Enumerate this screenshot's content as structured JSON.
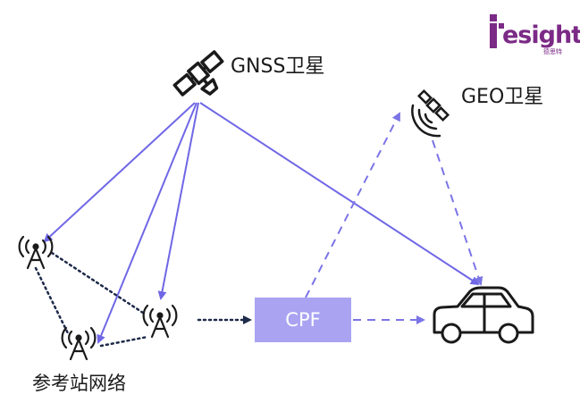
{
  "labels": {
    "gnss": "GNSS卫星",
    "geo": "GEO卫星",
    "reference_network": "参考站网络",
    "cpf": "CPF"
  },
  "logo": {
    "text": "esight",
    "subtext": "德思特"
  },
  "colors": {
    "solid_arrow": "#6f67e6",
    "dashed_arrow": "#7b74e6",
    "dotted_link": "#1e2a4a",
    "cpf_fill": "#a9a3f2",
    "logo": "#7b2a86",
    "icon": "#1a1a1a"
  },
  "icons": [
    "satellite-icon",
    "geo-satellite-icon",
    "antenna-tower-icon",
    "car-icon",
    "logo-mark"
  ]
}
